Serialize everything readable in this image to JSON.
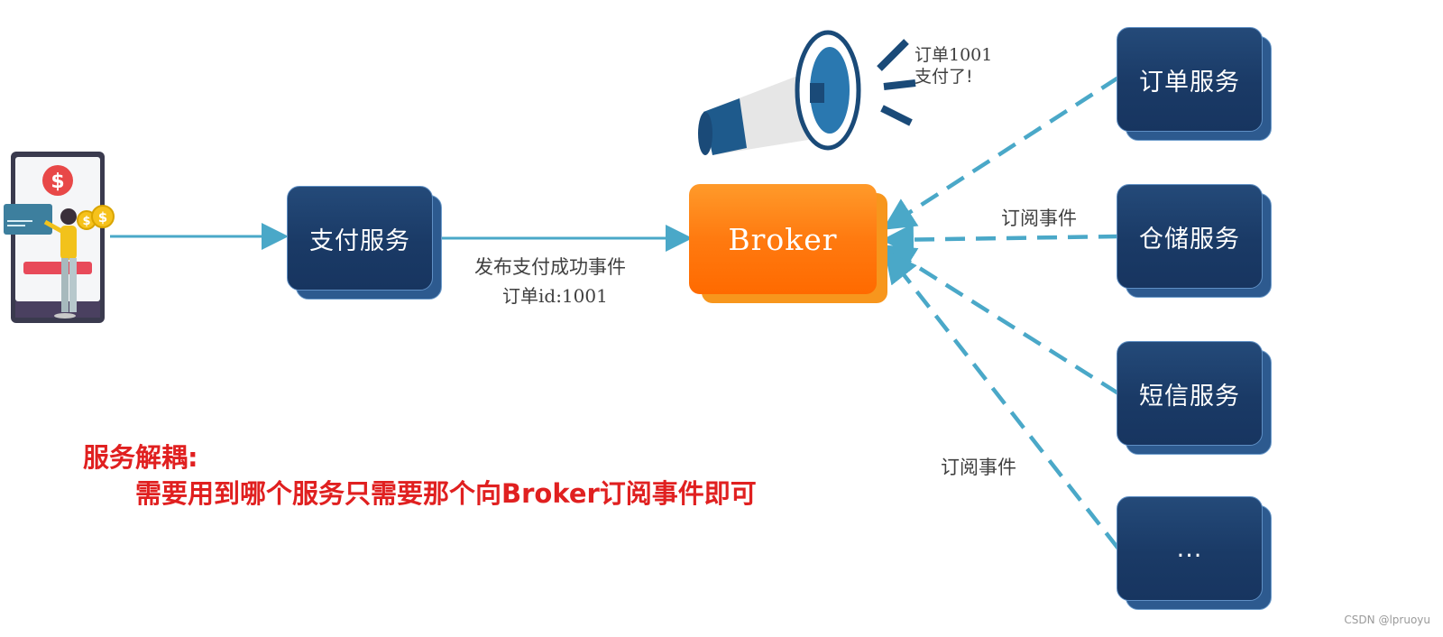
{
  "nodes": {
    "payment_service": "支付服务",
    "broker": "Broker",
    "order_service": "订单服务",
    "warehouse_service": "仓储服务",
    "sms_service": "短信服务",
    "more": "..."
  },
  "edge_labels": {
    "publish_line1": "发布支付成功事件",
    "publish_line2": "订单id:1001",
    "subscribe_top": "订阅事件",
    "subscribe_bottom": "订阅事件"
  },
  "announcement": {
    "line1": "订单1001",
    "line2": "支付了!"
  },
  "note": {
    "title": "服务解耦:",
    "body": "需要用到哪个服务只需要那个向Broker订阅事件即可"
  },
  "watermark": "CSDN @lpruoyu",
  "colors": {
    "node_blue": "#1a3a66",
    "broker_orange": "#ff7a10",
    "connector": "#4aa8c8",
    "note_red": "#e02020"
  }
}
